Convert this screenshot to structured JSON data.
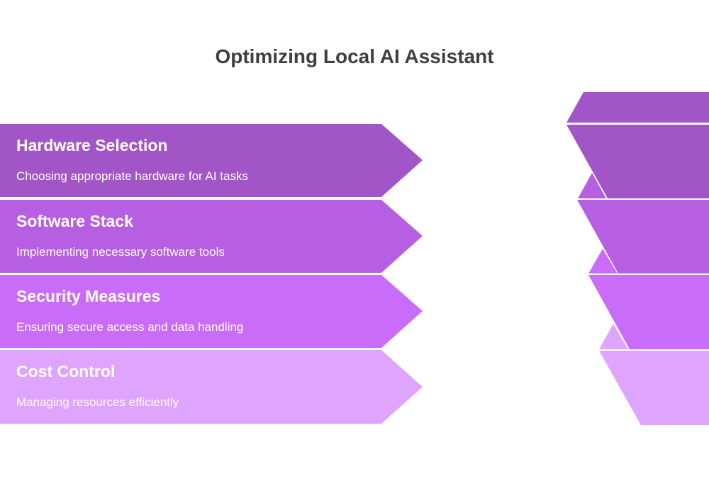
{
  "title": "Optimizing Local AI Assistant",
  "colors": [
    "#A155C7",
    "#B75FE2",
    "#C96CF9",
    "#DFA4FD"
  ],
  "steps": [
    {
      "heading": "Hardware Selection",
      "description": "Choosing appropriate hardware for AI tasks"
    },
    {
      "heading": "Software Stack",
      "description": "Implementing necessary software tools"
    },
    {
      "heading": "Security Measures",
      "description": "Ensuring secure access and data handling"
    },
    {
      "heading": "Cost Control",
      "description": "Managing resources efficiently"
    }
  ]
}
